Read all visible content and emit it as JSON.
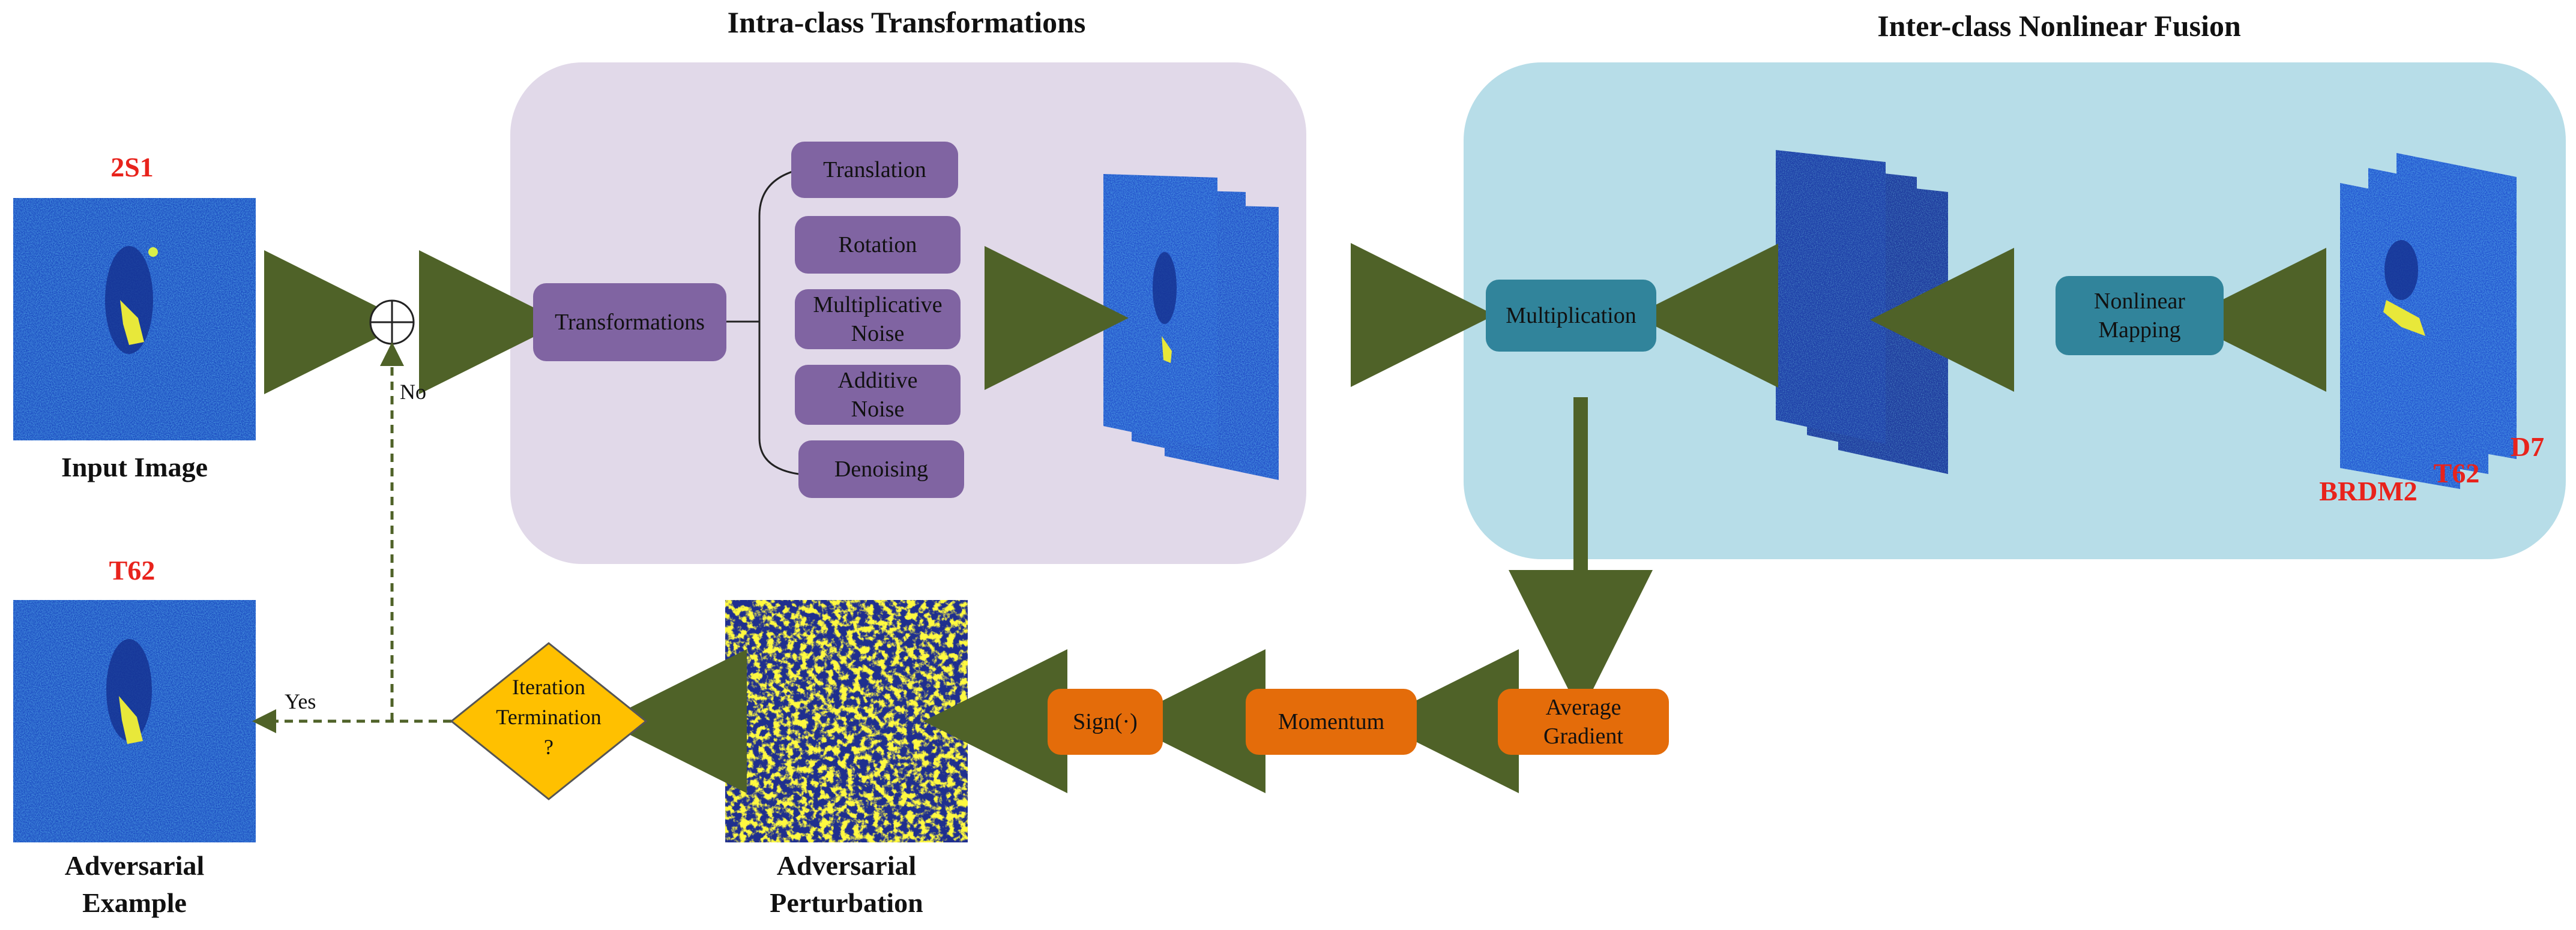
{
  "titles": {
    "intra": "Intra-class Transformations",
    "inter": "Inter-class Nonlinear Fusion"
  },
  "input": {
    "class_label": "2S1",
    "caption": "Input Image"
  },
  "output": {
    "class_label": "T62",
    "caption_line1": "Adversarial",
    "caption_line2": "Example"
  },
  "perturbation": {
    "caption_line1": "Adversarial",
    "caption_line2": "Perturbation"
  },
  "intra_boxes": {
    "transformations": "Transformations",
    "translation": "Translation",
    "rotation": "Rotation",
    "mult_noise_1": "Multiplicative",
    "mult_noise_2": "Noise",
    "add_noise_1": "Additive",
    "add_noise_2": "Noise",
    "denoising": "Denoising"
  },
  "inter_boxes": {
    "multiplication": "Multiplication",
    "nonlinear_1": "Nonlinear",
    "nonlinear_2": "Mapping"
  },
  "stack_labels": {
    "d7": "D7",
    "t62": "T62",
    "brdm2": "BRDM2"
  },
  "bottom_boxes": {
    "avg_grad_1": "Average",
    "avg_grad_2": "Gradient",
    "momentum": "Momentum",
    "sign": "Sign(·)"
  },
  "decision": {
    "line1": "Iteration",
    "line2": "Termination",
    "line3": "?"
  },
  "branch_labels": {
    "yes": "Yes",
    "no": "No"
  },
  "colors": {
    "arrow": "#4f6228",
    "purple_panel": "#e1d9e9",
    "blue_panel": "#b7dde8",
    "purple_box": "#8064a2",
    "teal_box": "#31849b",
    "orange_box": "#e46c0a",
    "diamond": "#ffc000",
    "label_red": "#e8231c"
  }
}
